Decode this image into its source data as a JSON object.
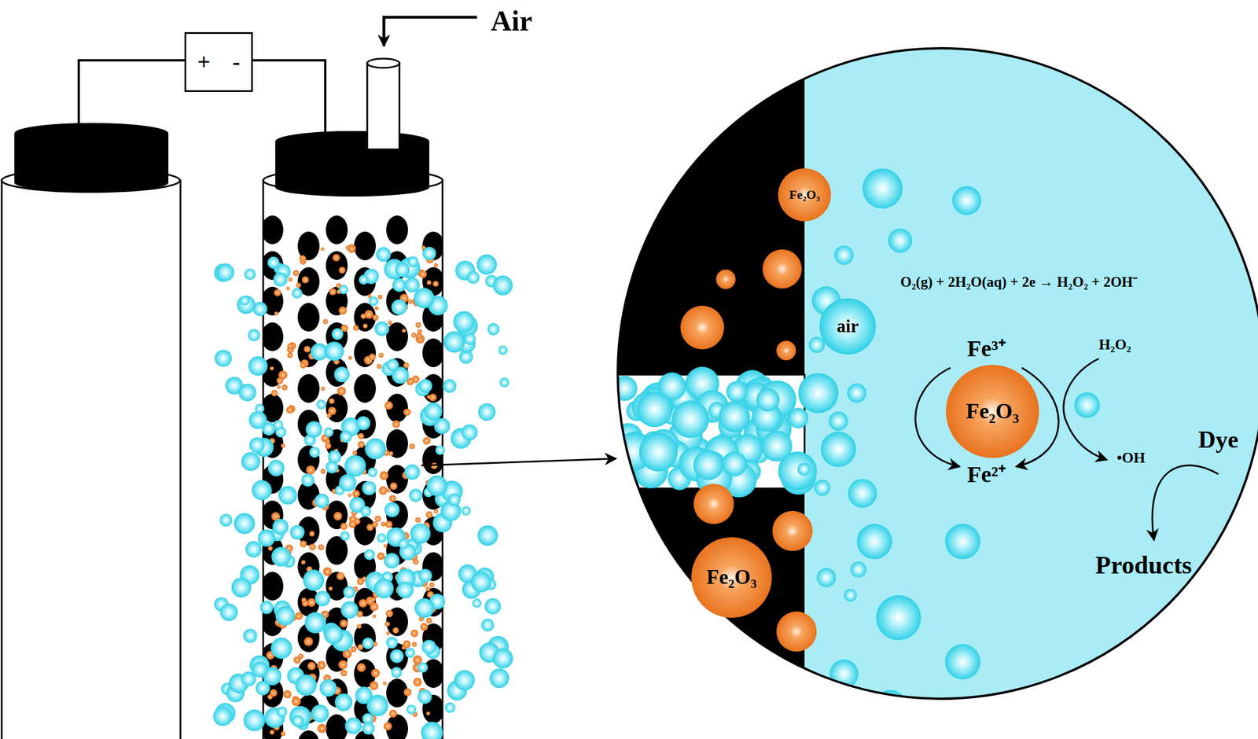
{
  "diagram": {
    "nodes": [
      {
        "text": [
          "+",
          "-"
        ]
      },
      {
        "text": [
          "Fe₂O₃"
        ]
      },
      {
        "text": [
          "Fe₂O₃"
        ]
      },
      {
        "text": [
          "air"
        ]
      },
      {
        "text": [
          "Fe₂O₃"
        ]
      }
    ],
    "labels": [
      "Air",
      "O₂(g) + 2H₂O(aq) + 2e → H₂O₂ + 2OH⁻",
      "Fe³⁺",
      "H₂O₂",
      "Fe²⁺",
      "•OH",
      "Dye",
      "Products"
    ]
  }
}
